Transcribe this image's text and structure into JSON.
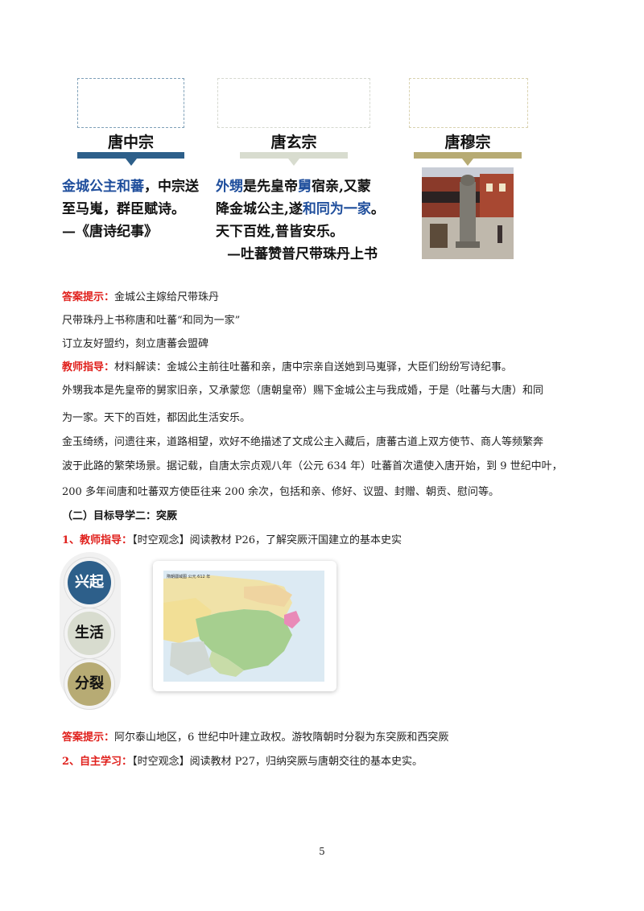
{
  "top": {
    "col1": {
      "banner": "唐中宗",
      "poem": [
        [
          {
            "t": "金城公主和蕃",
            "c": "blue"
          },
          {
            "t": "，中宗送",
            "c": "black"
          }
        ],
        [
          {
            "t": "至马嵬，群臣赋诗。",
            "c": "black"
          }
        ],
        [
          {
            "t": "—《唐诗纪事》",
            "c": "black"
          }
        ]
      ]
    },
    "col2": {
      "banner": "唐玄宗",
      "poem": [
        [
          {
            "t": "外甥",
            "c": "blue"
          },
          {
            "t": "是先皇帝",
            "c": "black"
          },
          {
            "t": "舅",
            "c": "blue"
          },
          {
            "t": "宿亲,又蒙",
            "c": "black"
          }
        ],
        [
          {
            "t": "降金城公主,遂",
            "c": "black"
          },
          {
            "t": "和同为一家",
            "c": "blue"
          },
          {
            "t": "。",
            "c": "black"
          }
        ],
        [
          {
            "t": "天下百姓,普皆安乐。",
            "c": "black"
          }
        ],
        [
          {
            "t": "—吐蕃赞普尺带珠丹上书",
            "c": "black"
          }
        ]
      ]
    },
    "col3": {
      "banner": "唐穆宗"
    }
  },
  "colors": {
    "blue_text": "#1f4e9c",
    "red_label": "#e0201c",
    "banner1": "#2d5f8a",
    "banner2": "#d8dccf",
    "banner3": "#b7ab74"
  },
  "answer1": {
    "label": "答案提示：",
    "line1": "金城公主嫁给尺带珠丹",
    "line2": "尺带珠丹上书称唐和吐蕃“和同为一家”",
    "line3": "订立友好盟约，刻立唐蕃会盟碑"
  },
  "teacher": {
    "label": "教师指导：",
    "lines": [
      "材料解读：金城公主前往吐蕃和亲，唐中宗亲自送她到马嵬驿，大臣们纷纷写诗纪事。",
      "外甥我本是先皇帝的舅家旧亲，又承蒙您（唐朝皇帝）赐下金城公主与我成婚，于是（吐蕃与大唐）和同",
      "为一家。天下的百姓，都因此生活安乐。",
      "金玉绮绣，问遗往来，道路相望，欢好不绝描述了文成公主入藏后，唐蕃古道上双方使节、商人等频繁奔",
      "波于此路的繁荣场景。据记载，自唐太宗贞观八年（公元 634 年）吐蕃首次遣使入唐开始，到 9 世纪中叶，",
      "200 多年间唐和吐蕃双方使臣往来 200 余次，包括和亲、修好、议盟、封赠、朝贡、慰问等。"
    ]
  },
  "section2": {
    "title": "（二）目标导学二：突厥"
  },
  "item1": {
    "num": "1、",
    "label": "教师指导：",
    "text": "【时空观念】阅读教材 P26，了解突厥汗国建立的基本史实"
  },
  "circles": [
    "兴起",
    "生活",
    "分裂"
  ],
  "map": {
    "title": "隋朝疆域图 公元 612 年"
  },
  "answer2": {
    "label": "答案提示：",
    "text": "阿尔泰山地区，6 世纪中叶建立政权。游牧隋朝时分裂为东突厥和西突厥"
  },
  "item2": {
    "num": "2、",
    "label": "自主学习：",
    "text": "【时空观念】阅读教材 P27，归纳突厥与唐朝交往的基本史实。"
  },
  "page_number": "5"
}
